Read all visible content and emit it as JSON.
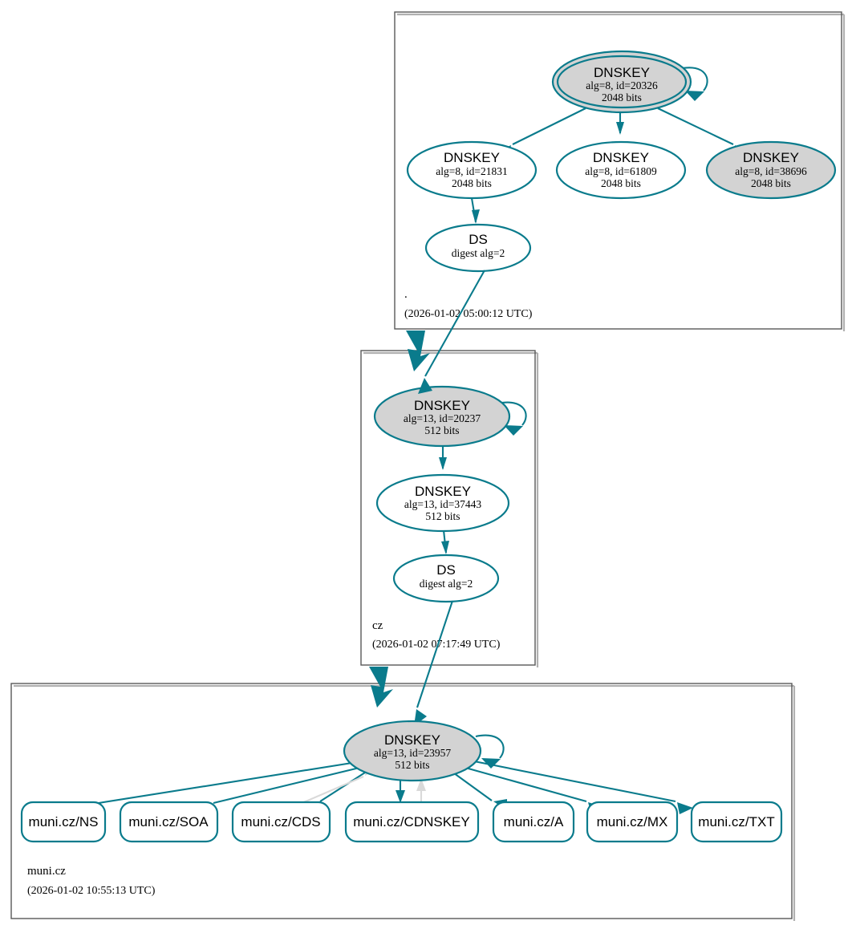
{
  "diagram": {
    "title": "DNSSEC authentication chain for muni.cz",
    "colors": {
      "secure": "#0a7b8c",
      "node_fill_sep": "#d3d3d3",
      "node_fill_plain": "#ffffff",
      "zone_border": "#585858",
      "edge_insecure": "#d9d9d9"
    }
  },
  "zones": [
    {
      "id": "root",
      "label": ".",
      "timestamp": "(2026-01-02 05:00:12 UTC)",
      "nodes": [
        {
          "id": "root-ksk-20326",
          "type": "DNSKEY",
          "title": "DNSKEY",
          "line2": "alg=8, id=20326",
          "line3": "2048 bits",
          "trust_anchor": true,
          "sep": true
        },
        {
          "id": "root-zsk-21831",
          "type": "DNSKEY",
          "title": "DNSKEY",
          "line2": "alg=8, id=21831",
          "line3": "2048 bits",
          "trust_anchor": false,
          "sep": false
        },
        {
          "id": "root-zsk-61809",
          "type": "DNSKEY",
          "title": "DNSKEY",
          "line2": "alg=8, id=61809",
          "line3": "2048 bits",
          "trust_anchor": false,
          "sep": false
        },
        {
          "id": "root-zsk-38696",
          "type": "DNSKEY",
          "title": "DNSKEY",
          "line2": "alg=8, id=38696",
          "line3": "2048 bits",
          "trust_anchor": false,
          "sep": true
        },
        {
          "id": "root-ds",
          "type": "DS",
          "title": "DS",
          "line2": "digest alg=2",
          "line3": "",
          "trust_anchor": false,
          "sep": false
        }
      ]
    },
    {
      "id": "cz",
      "label": "cz",
      "timestamp": "(2026-01-02 07:17:49 UTC)",
      "nodes": [
        {
          "id": "cz-ksk-20237",
          "type": "DNSKEY",
          "title": "DNSKEY",
          "line2": "alg=13, id=20237",
          "line3": "512 bits",
          "trust_anchor": false,
          "sep": true
        },
        {
          "id": "cz-zsk-37443",
          "type": "DNSKEY",
          "title": "DNSKEY",
          "line2": "alg=13, id=37443",
          "line3": "512 bits",
          "trust_anchor": false,
          "sep": false
        },
        {
          "id": "cz-ds",
          "type": "DS",
          "title": "DS",
          "line2": "digest alg=2",
          "line3": "",
          "trust_anchor": false,
          "sep": false
        }
      ]
    },
    {
      "id": "muni-cz",
      "label": "muni.cz",
      "timestamp": "(2026-01-02 10:55:13 UTC)",
      "nodes": [
        {
          "id": "muni-ksk-23957",
          "type": "DNSKEY",
          "title": "DNSKEY",
          "line2": "alg=13, id=23957",
          "line3": "512 bits",
          "trust_anchor": false,
          "sep": true
        }
      ],
      "rrsets": [
        {
          "id": "rr-ns",
          "label": "muni.cz/NS"
        },
        {
          "id": "rr-soa",
          "label": "muni.cz/SOA"
        },
        {
          "id": "rr-cds",
          "label": "muni.cz/CDS"
        },
        {
          "id": "rr-cdnskey",
          "label": "muni.cz/CDNSKEY"
        },
        {
          "id": "rr-a",
          "label": "muni.cz/A"
        },
        {
          "id": "rr-mx",
          "label": "muni.cz/MX"
        },
        {
          "id": "rr-txt",
          "label": "muni.cz/TXT"
        }
      ]
    }
  ]
}
